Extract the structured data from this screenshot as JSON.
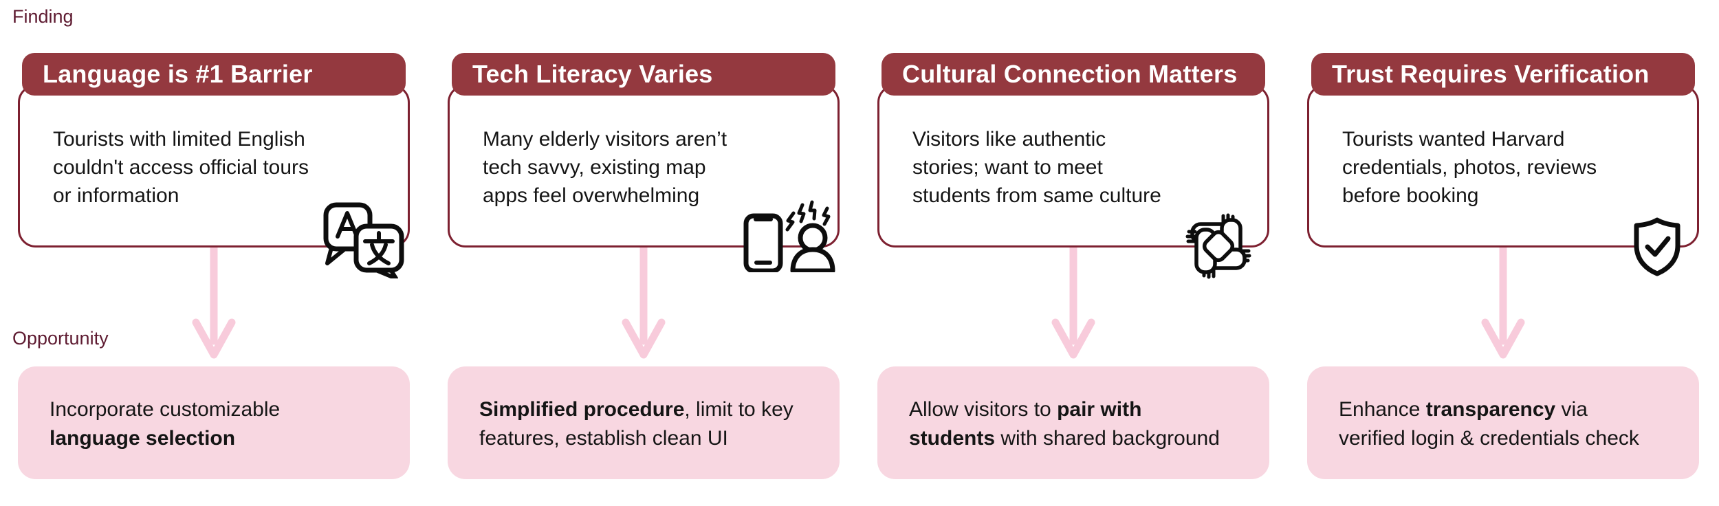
{
  "labels": {
    "finding": "Finding",
    "opportunity": "Opportunity"
  },
  "colors": {
    "header_bg": "#94393f",
    "header_text": "#ffffff",
    "card_border": "#7d2030",
    "card_bg": "#ffffff",
    "body_text": "#151515",
    "label_text": "#5e1b31",
    "opportunity_bg": "#f8d7e1",
    "arrow_pink": "#f8cbdb",
    "icon_stroke": "#0d0d0d"
  },
  "columns": [
    {
      "finding_title": "Language is #1 Barrier",
      "finding_text": "Tourists with limited English\ncouldn't access official tours\nor information",
      "icon": "translate-icon",
      "opportunity": [
        {
          "t": "Incorporate customizable"
        },
        {
          "br": true
        },
        {
          "t": "language selection",
          "b": true
        }
      ]
    },
    {
      "finding_title": "Tech Literacy Varies",
      "finding_text": "Many elderly visitors aren’t\ntech savvy, existing map\napps feel overwhelming",
      "icon": "confused-user-phone-icon",
      "opportunity": [
        {
          "t": "Simplified procedure",
          "b": true
        },
        {
          "t": ", limit to key"
        },
        {
          "br": true
        },
        {
          "t": "features, establish clean UI"
        }
      ]
    },
    {
      "finding_title": "Cultural Connection Matters",
      "finding_text": "Visitors like authentic\nstories; want to meet\nstudents from same culture",
      "icon": "interlocked-hands-icon",
      "opportunity": [
        {
          "t": "Allow visitors to "
        },
        {
          "t": "pair with",
          "b": true
        },
        {
          "br": true
        },
        {
          "t": "students",
          "b": true
        },
        {
          "t": " with shared background"
        }
      ]
    },
    {
      "finding_title": "Trust Requires Verification",
      "finding_text": "Tourists wanted Harvard\ncredentials, photos, reviews\nbefore booking",
      "icon": "verified-shield-icon",
      "opportunity": [
        {
          "t": "Enhance "
        },
        {
          "t": "transparency",
          "b": true
        },
        {
          "t": " via"
        },
        {
          "br": true
        },
        {
          "t": "verified login & credentials check"
        }
      ]
    }
  ]
}
